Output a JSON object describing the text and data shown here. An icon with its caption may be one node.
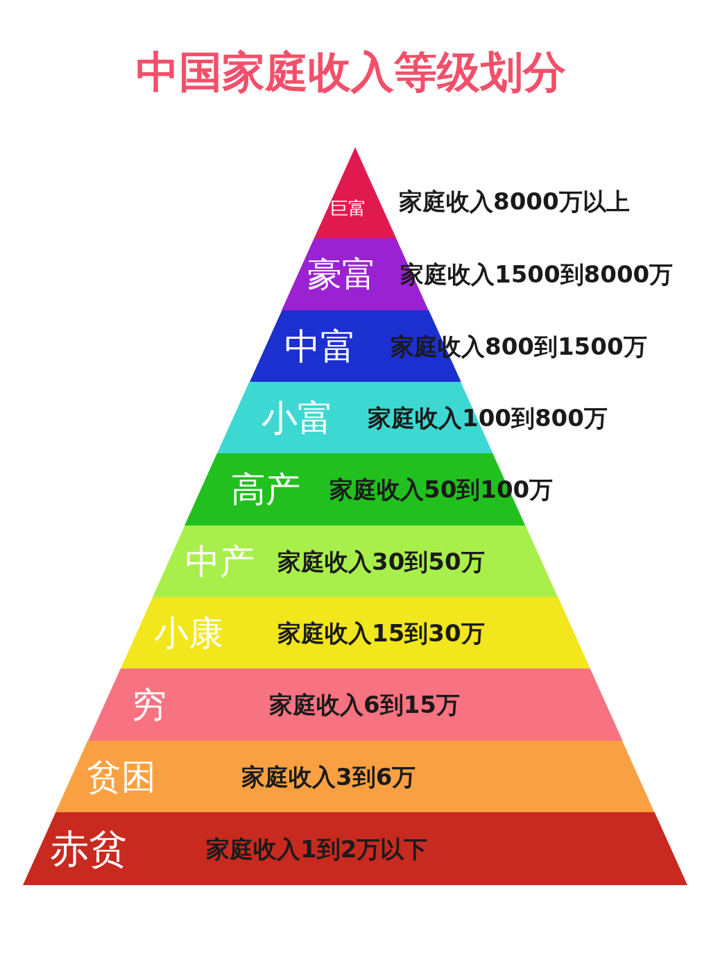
{
  "diagram": {
    "title": "中国家庭收入等级划分",
    "nodes": [
      {
        "text": [
          "巨富",
          "家庭收入8000万以上"
        ]
      },
      {
        "text": [
          "豪富",
          "家庭收入1500到8000万"
        ]
      },
      {
        "text": [
          "中富",
          "家庭收入800到1500万"
        ]
      },
      {
        "text": [
          "小富",
          "家庭收入100到800万"
        ]
      },
      {
        "text": [
          "高产",
          "家庭收入50到100万"
        ]
      },
      {
        "text": [
          "中产",
          "家庭收入30到50万"
        ]
      },
      {
        "text": [
          "小康",
          "家庭收入15到30万"
        ]
      },
      {
        "text": [
          "穷",
          "家庭收入6到15万"
        ]
      },
      {
        "text": [
          "贫困",
          "家庭收入3到6万"
        ]
      },
      {
        "text": [
          "赤贫",
          "家庭收入1到2万以下"
        ]
      }
    ],
    "edges": []
  }
}
